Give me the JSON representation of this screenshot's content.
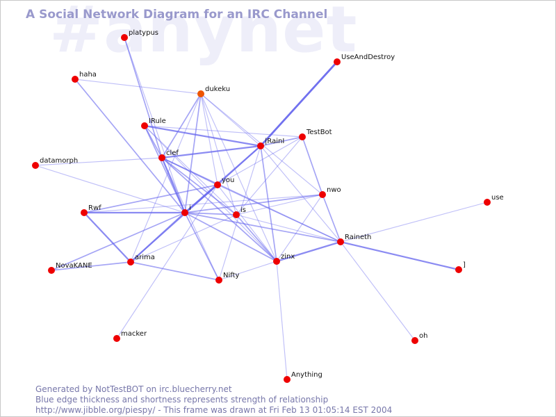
{
  "diagram": {
    "title": "A Social Network Diagram for an IRC Channel",
    "watermark": "#anynet",
    "colors": {
      "edge": "#6666ee",
      "node": "#ee0000",
      "node_highlight": "#ee5500",
      "title": "#9999cc",
      "watermark": "#eeeef9",
      "footer": "#7777aa"
    },
    "nodes": [
      {
        "id": "platypus",
        "label": "platypus"
      },
      {
        "id": "UseAndDestroy",
        "label": "UseAndDestroy"
      },
      {
        "id": "haha",
        "label": "haha"
      },
      {
        "id": "dukeku",
        "label": "dukeku",
        "highlight": true
      },
      {
        "id": "IRule",
        "label": "IRule"
      },
      {
        "id": "TestBot",
        "label": "TestBot"
      },
      {
        "id": "IRainI",
        "label": "|RainI"
      },
      {
        "id": "clef",
        "label": "clef"
      },
      {
        "id": "datamorph",
        "label": "datamorph"
      },
      {
        "id": "you",
        "label": "you"
      },
      {
        "id": "nwo",
        "label": "nwo"
      },
      {
        "id": "use",
        "label": "use"
      },
      {
        "id": "Rwf",
        "label": "Rwf"
      },
      {
        "id": "i",
        "label": "i"
      },
      {
        "id": "is",
        "label": "is"
      },
      {
        "id": "Raineth",
        "label": "Raineth"
      },
      {
        "id": "zinx",
        "label": "zinx"
      },
      {
        "id": "arima",
        "label": "arima"
      },
      {
        "id": "NovaKANE",
        "label": "NovaKANE"
      },
      {
        "id": "bracket",
        "label": "]"
      },
      {
        "id": "Nifty",
        "label": "Nifty"
      },
      {
        "id": "macker",
        "label": "macker"
      },
      {
        "id": "oh",
        "label": "oh"
      },
      {
        "id": "Anything",
        "label": "Anything"
      }
    ],
    "edges": [
      [
        "platypus",
        "clef",
        2
      ],
      [
        "platypus",
        "i",
        1
      ],
      [
        "UseAndDestroy",
        "IRainI",
        4
      ],
      [
        "haha",
        "dukeku",
        1
      ],
      [
        "haha",
        "i",
        2
      ],
      [
        "dukeku",
        "clef",
        2
      ],
      [
        "dukeku",
        "i",
        2
      ],
      [
        "dukeku",
        "you",
        1
      ],
      [
        "dukeku",
        "is",
        1
      ],
      [
        "dukeku",
        "IRainI",
        1
      ],
      [
        "dukeku",
        "nwo",
        1
      ],
      [
        "dukeku",
        "zinx",
        1
      ],
      [
        "dukeku",
        "arima",
        1
      ],
      [
        "IRule",
        "IRainI",
        3
      ],
      [
        "IRule",
        "clef",
        2
      ],
      [
        "IRule",
        "i",
        2
      ],
      [
        "IRule",
        "TestBot",
        1
      ],
      [
        "IRule",
        "is",
        1
      ],
      [
        "IRule",
        "zinx",
        1
      ],
      [
        "TestBot",
        "IRainI",
        2
      ],
      [
        "TestBot",
        "you",
        1
      ],
      [
        "TestBot",
        "nwo",
        2
      ],
      [
        "TestBot",
        "is",
        1
      ],
      [
        "IRainI",
        "clef",
        3
      ],
      [
        "IRainI",
        "i",
        3
      ],
      [
        "IRainI",
        "you",
        2
      ],
      [
        "IRainI",
        "zinx",
        2
      ],
      [
        "IRainI",
        "Raineth",
        1
      ],
      [
        "IRainI",
        "Nifty",
        1
      ],
      [
        "clef",
        "datamorph",
        1
      ],
      [
        "clef",
        "you",
        2
      ],
      [
        "clef",
        "i",
        3
      ],
      [
        "clef",
        "is",
        2
      ],
      [
        "clef",
        "zinx",
        2
      ],
      [
        "clef",
        "Raineth",
        2
      ],
      [
        "clef",
        "Nifty",
        1
      ],
      [
        "datamorph",
        "i",
        1
      ],
      [
        "you",
        "i",
        3
      ],
      [
        "you",
        "arima",
        2
      ],
      [
        "you",
        "zinx",
        1
      ],
      [
        "you",
        "macker",
        1
      ],
      [
        "you",
        "Raineth",
        1
      ],
      [
        "nwo",
        "i",
        2
      ],
      [
        "nwo",
        "zinx",
        1
      ],
      [
        "nwo",
        "Raineth",
        2
      ],
      [
        "nwo",
        "Rwf",
        1
      ],
      [
        "nwo",
        "is",
        1
      ],
      [
        "use",
        "Raineth",
        1
      ],
      [
        "Rwf",
        "i",
        3
      ],
      [
        "Rwf",
        "arima",
        3
      ],
      [
        "Rwf",
        "you",
        2
      ],
      [
        "i",
        "is",
        2
      ],
      [
        "i",
        "arima",
        3
      ],
      [
        "i",
        "NovaKANE",
        2
      ],
      [
        "i",
        "zinx",
        2
      ],
      [
        "i",
        "Nifty",
        2
      ],
      [
        "i",
        "Raineth",
        2
      ],
      [
        "is",
        "zinx",
        2
      ],
      [
        "is",
        "arima",
        1
      ],
      [
        "is",
        "Raineth",
        1
      ],
      [
        "Raineth",
        "zinx",
        3
      ],
      [
        "Raineth",
        "bracket",
        3
      ],
      [
        "Raineth",
        "oh",
        1
      ],
      [
        "zinx",
        "Nifty",
        1
      ],
      [
        "zinx",
        "Anything",
        1
      ],
      [
        "arima",
        "NovaKANE",
        2
      ],
      [
        "arima",
        "Nifty",
        2
      ]
    ]
  },
  "footer": {
    "line1": "Generated by NotTestBOT on irc.bluecherry.net",
    "line2": "Blue edge thickness and shortness represents strength of relationship",
    "line3": "http://www.jibble.org/piespy/ - This frame was drawn at Fri Feb 13 01:05:14 EST 2004"
  }
}
